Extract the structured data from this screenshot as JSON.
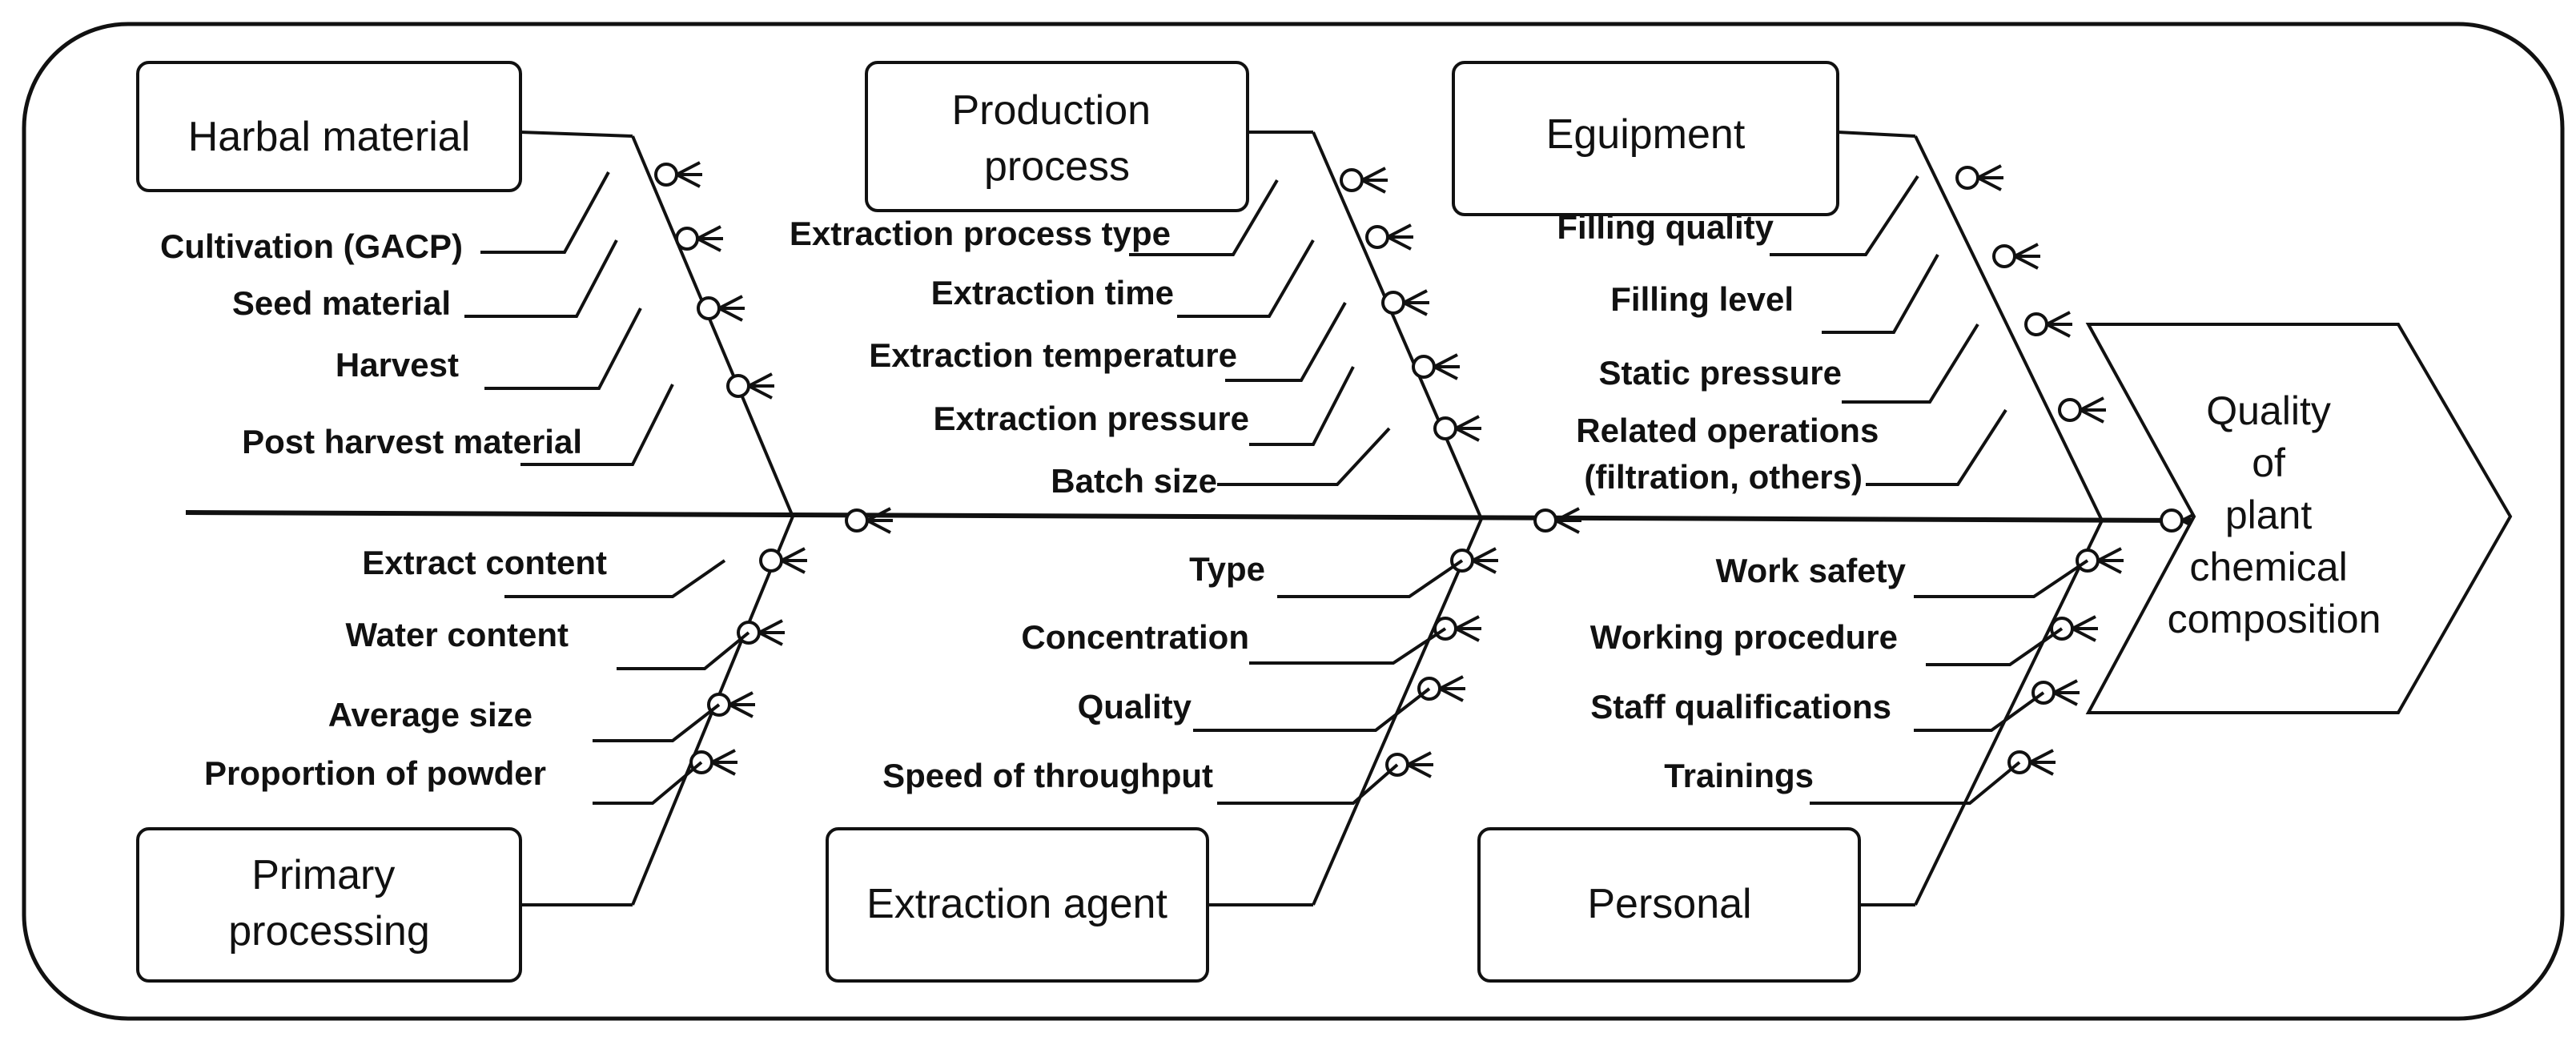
{
  "effect": [
    "Quality",
    "of",
    "plant",
    "chemical",
    "composition"
  ],
  "categories": {
    "harbal_material": {
      "title": [
        "Harbal material"
      ],
      "items": [
        "Cultivation (GACP)",
        "Seed material",
        "Harvest",
        "Post harvest material"
      ]
    },
    "production_process": {
      "title": [
        "Production",
        "process"
      ],
      "items": [
        "Extraction process type",
        "Extraction time",
        "Extraction temperature",
        "Extraction pressure",
        "Batch size"
      ]
    },
    "equipment": {
      "title": [
        "Eguipment"
      ],
      "items": [
        "Filling quality",
        "Filling level",
        "Static pressure",
        "Related operations",
        "(filtration, others)"
      ]
    },
    "primary_processing": {
      "title": [
        "Primary",
        "processing"
      ],
      "items": [
        "Extract content",
        "Water content",
        "Average size",
        "Proportion of powder"
      ]
    },
    "extraction_agent": {
      "title": [
        "Extraction agent"
      ],
      "items": [
        "Type",
        "Concentration",
        "Quality",
        "Speed of throughput"
      ]
    },
    "personal": {
      "title": [
        "Personal"
      ],
      "items": [
        "Work safety",
        "Working procedure",
        "Staff qualifications",
        "Trainings"
      ]
    }
  }
}
